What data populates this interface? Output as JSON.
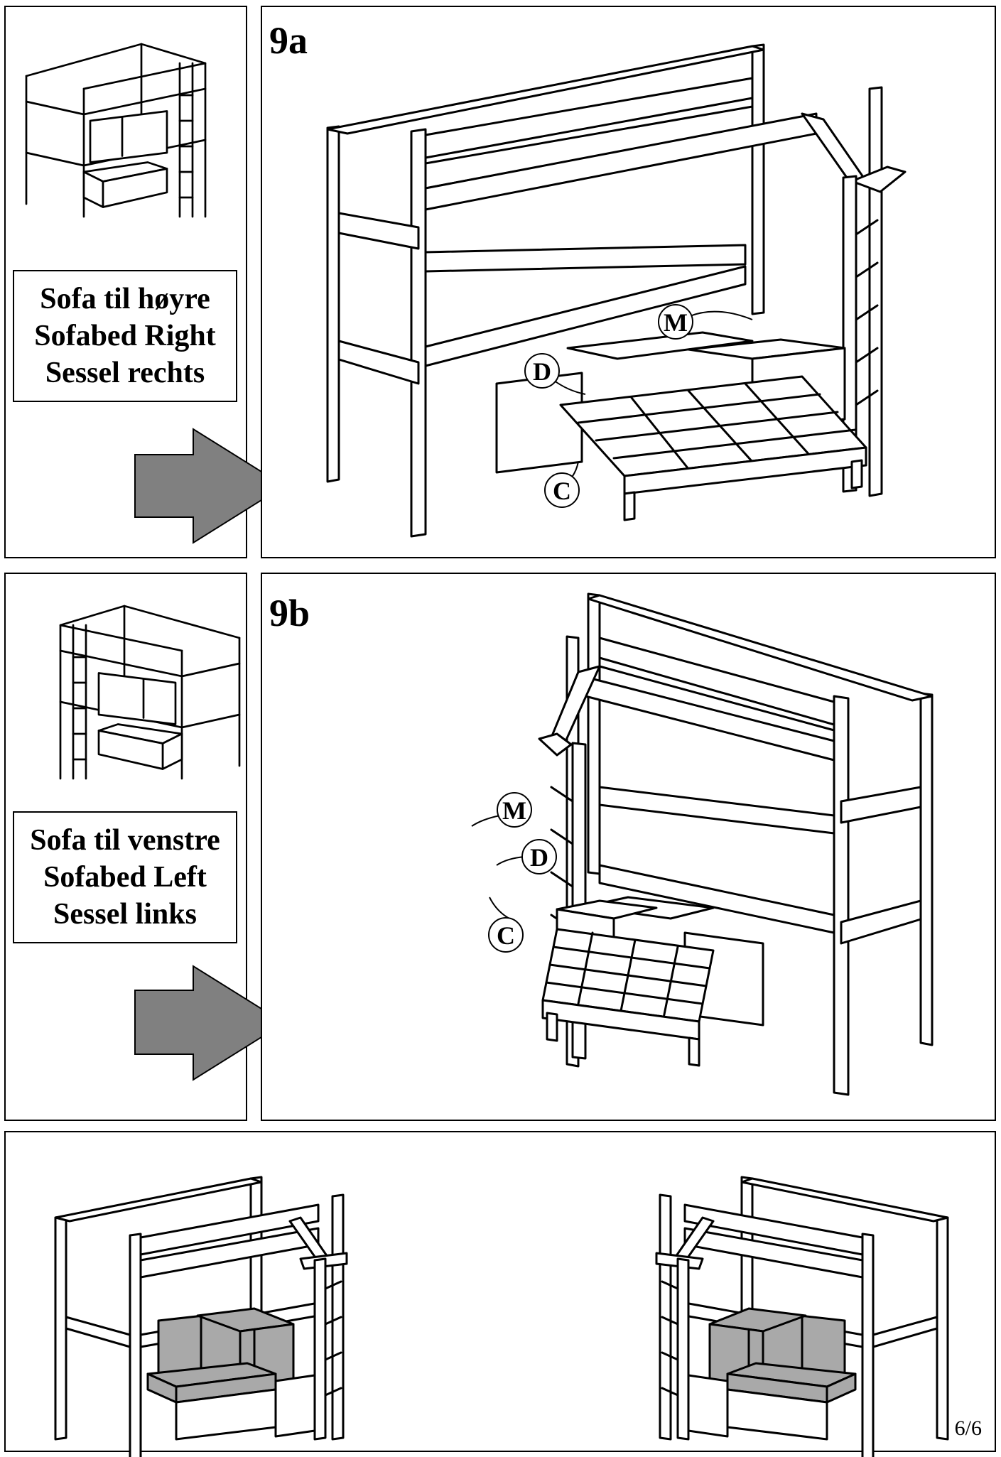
{
  "panels": {
    "right": {
      "label_lines": [
        "Sofa til høyre",
        "Sofabed Right",
        "Sessel rechts"
      ],
      "step": "9a",
      "callouts": [
        "M",
        "D",
        "C"
      ]
    },
    "left": {
      "label_lines": [
        "Sofa til venstre",
        "Sofabed Left",
        "Sessel links"
      ],
      "step": "9b",
      "callouts": [
        "M",
        "D",
        "C"
      ]
    }
  },
  "page_number": "6/6",
  "colors": {
    "arrow": "#808080",
    "cushion": "#a9a9a9",
    "line": "#000000"
  }
}
